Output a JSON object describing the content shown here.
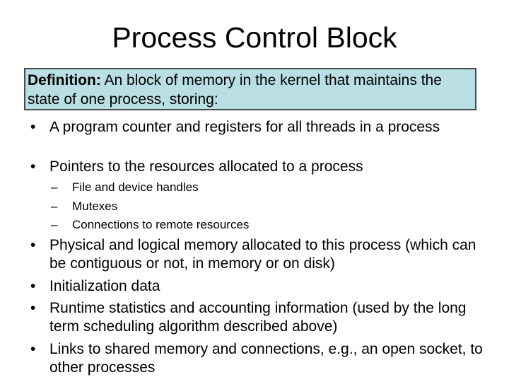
{
  "title": "Process Control Block",
  "definition": {
    "label": "Definition:",
    "text": " An block of memory in the kernel that maintains the state of one process, storing:"
  },
  "bullet_marker": "•",
  "dash_marker": "–",
  "bullets": [
    "A program counter and registers for all threads in a process",
    "Pointers to the resources allocated to a process",
    "Physical and logical memory allocated to this process (which can be contiguous or not, in memory or on disk)",
    "Initialization data",
    "Runtime statistics and accounting information (used by the long term scheduling algorithm described above)",
    "Links to shared memory and connections, e.g., an open socket, to other processes"
  ],
  "sub_bullets": [
    "File and device handles",
    "Mutexes",
    "Connections to remote resources"
  ]
}
